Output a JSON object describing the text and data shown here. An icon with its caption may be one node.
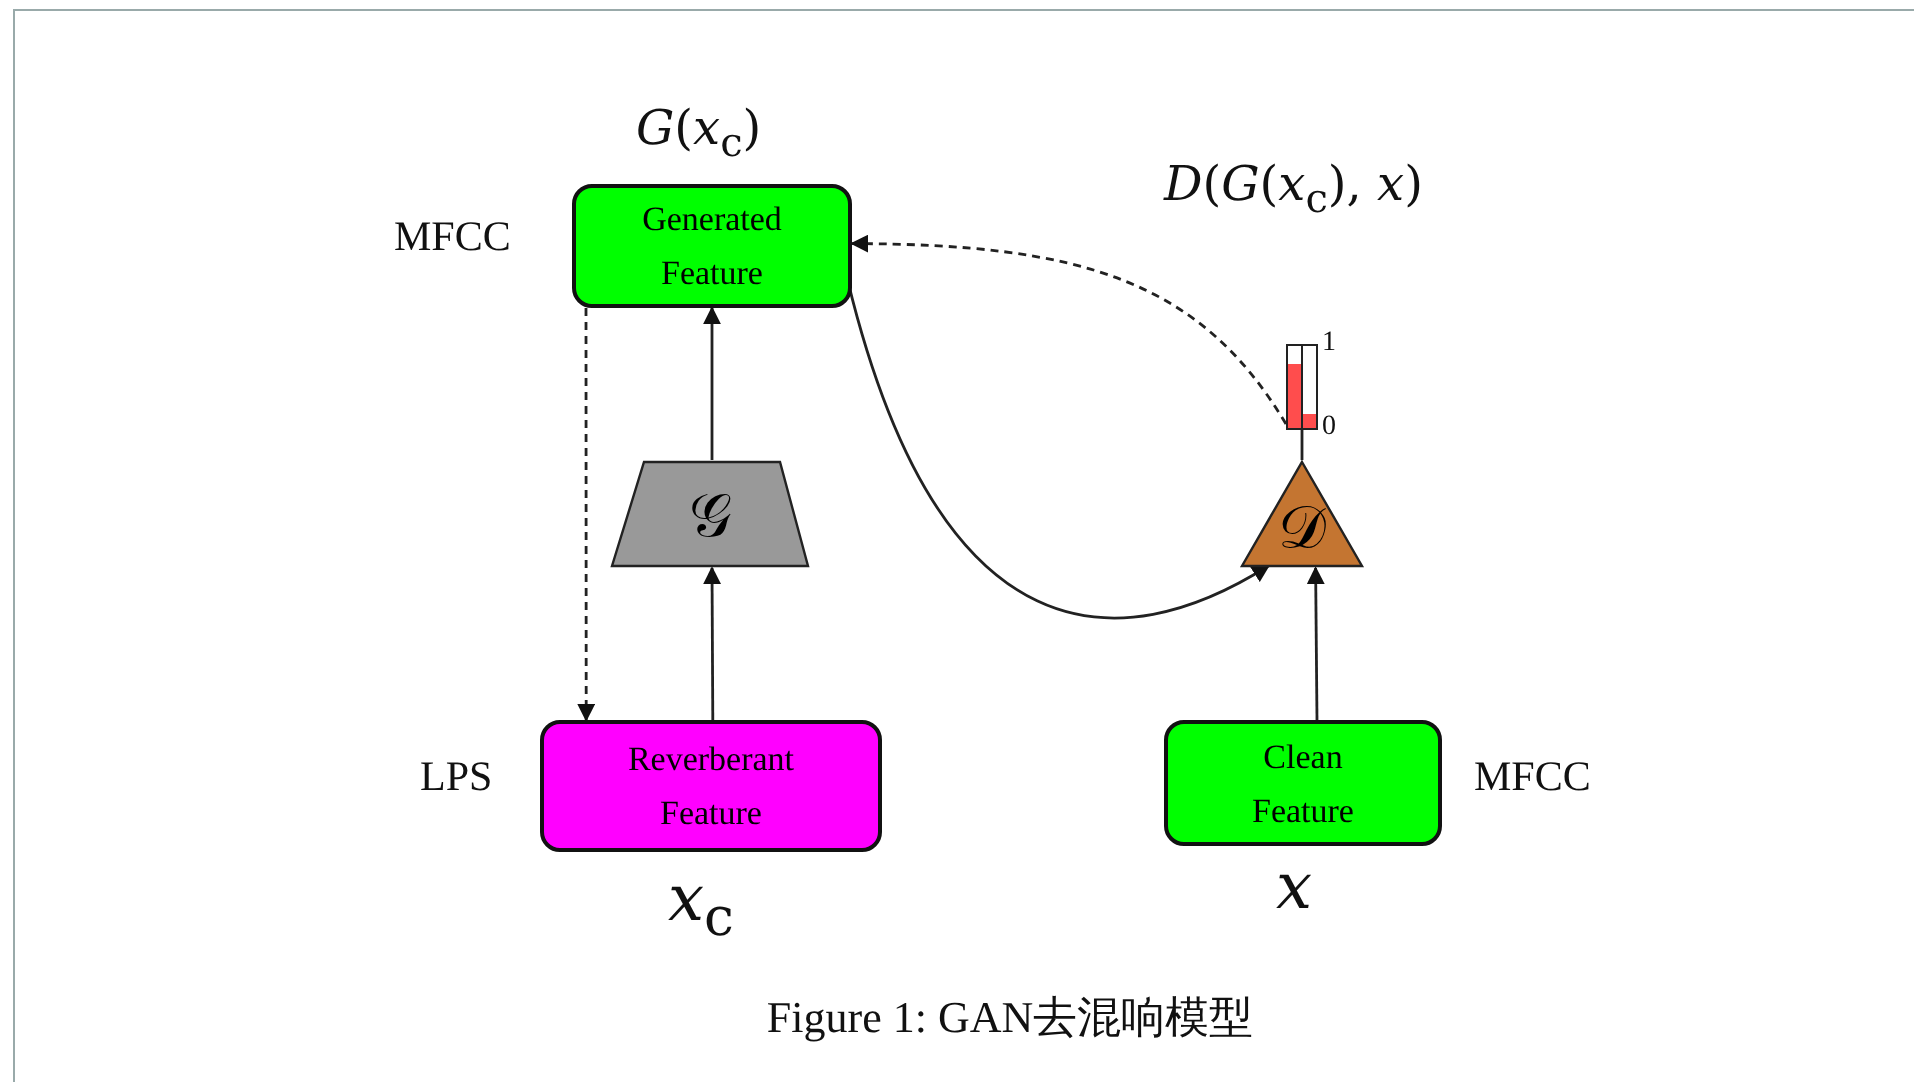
{
  "diagram": {
    "caption": "Figure 1: GAN去混响模型",
    "nodes": [
      {
        "text": [
          "Generated Feature"
        ],
        "beside": [
          "MFCC",
          "*G*(*x*$_{c}$)"
        ]
      },
      {
        "text": [
          "𝒢"
        ]
      },
      {
        "text": [
          "Reverberant Feature"
        ],
        "beside": [
          "LPS",
          "*x*$_{c}$"
        ]
      },
      {
        "text": [
          "𝒟"
        ]
      },
      {
        "text": [
          "Clean Feature"
        ],
        "beside": [
          "MFCC",
          "*x*"
        ]
      },
      {
        "text": [],
        "shape": "bar",
        "beside": [
          "1",
          "0"
        ]
      }
    ],
    "edges": [
      {
        "from": 2,
        "to": 1,
        "arrow": "to"
      },
      {
        "from": 1,
        "to": 0,
        "arrow": "to"
      },
      {
        "from": 0,
        "to": 2,
        "arrow": "to",
        "style": "dashed"
      },
      {
        "from": 0,
        "to": 3,
        "arrow": "to"
      },
      {
        "from": 4,
        "to": 3,
        "arrow": "to"
      },
      {
        "from": 3,
        "to": 5,
        "arrow": "none"
      },
      {
        "from": 5,
        "to": 0,
        "arrow": "to",
        "style": "dashed"
      }
    ],
    "labels": [
      "*D*(*G*(*x*$_{c}$), *x*)"
    ]
  }
}
